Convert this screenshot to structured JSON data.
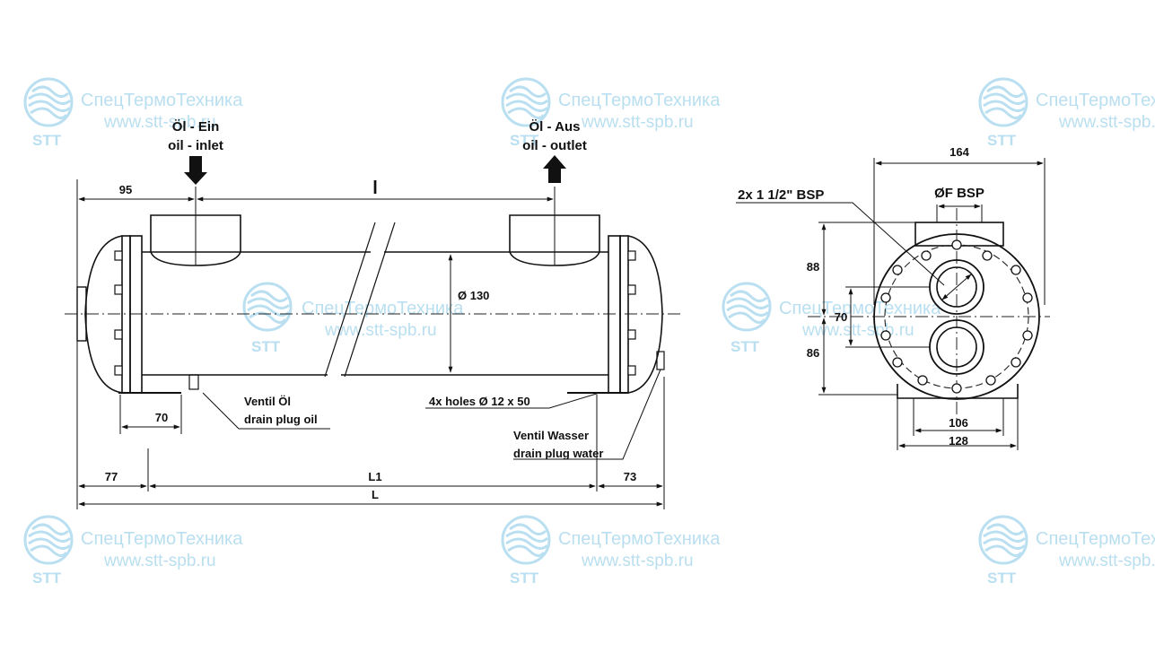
{
  "watermark": {
    "company": "СпецТермоТехника",
    "url": "www.stt-spb.ru",
    "logo_text": "STT",
    "color": "#b9dff0"
  },
  "labels": {
    "oil_in_de": "Öl - Ein",
    "oil_in_en": "oil - inlet",
    "oil_out_de": "Öl - Aus",
    "oil_out_en": "oil - outlet",
    "diameter": "Ø  130",
    "holes": "4x holes Ø 12 x 50",
    "drain_oil_de": "Ventil Öl",
    "drain_oil_en": "drain plug oil",
    "drain_water_de": "Ventil Wasser",
    "drain_water_en": "drain plug water",
    "bsp_pair": "2x 1 1/2\" BSP",
    "bsp_f": "ØF BSP"
  },
  "dimensions": {
    "d95": "95",
    "l": "l",
    "d70": "70",
    "d77": "77",
    "L1": "L1",
    "d73": "73",
    "L": "L",
    "d164": "164",
    "d88": "88",
    "d70v": "70",
    "d86": "86",
    "d106": "106",
    "d128": "128"
  }
}
